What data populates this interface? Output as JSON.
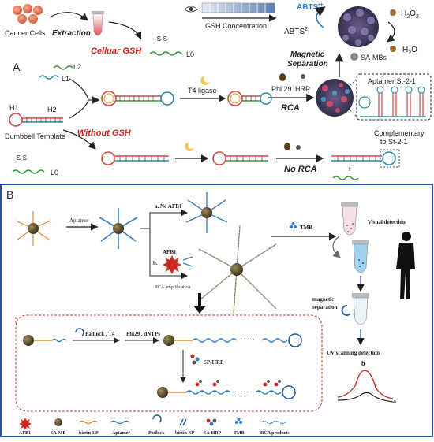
{
  "panelA": {
    "label": "A",
    "cancer_cells": "Cancer Cells",
    "extraction": "Extraction",
    "cellular_gsh": "Celluar GSH",
    "ss_top": "-S-S-",
    "l0_top": "L0",
    "l2": "L2",
    "l1": "L1",
    "gsh_concentration": "GSH Concentration",
    "abts_plus": "ABTS",
    "abts_plus_sup": "•+",
    "abts_2": "ABTS",
    "abts_2_sup": "2-",
    "h2o2": "H",
    "h2o2_sub1": "2",
    "h2o2_o": "O",
    "h2o2_sub2": "2",
    "h2o": "H",
    "h2o_sub": "2",
    "h2o_o": "O",
    "magnetic_separation_1": "Magnetic",
    "magnetic_separation_2": "Separation",
    "sa_mbs": "SA-MBs",
    "aptamer_st": "Aptamer St-2-1",
    "phi29": "Phi 29",
    "hrp": "HRP",
    "rca": "RCA",
    "t4_ligase": "T4 ligase",
    "h1": "H1",
    "h2": "H2",
    "dumbbell_template": "Dumbbell Template",
    "without_gsh": "Without GSH",
    "ss_bottom": "-S-S-",
    "l0_bottom": "L0",
    "no_rca": "No RCA",
    "complementary_1": "Complementary",
    "complementary_2": "to St-2-1",
    "plus": "+"
  },
  "panelB": {
    "label": "B",
    "aptamer": "Aptamer",
    "no_afb1": "a. No AFB1",
    "afb1_b": "AFB1",
    "b_label": "b.",
    "rca_amplification": "RCA amplification",
    "tmb": "TMB",
    "visual_detection": "Visual detection",
    "magnetic_separation_1": "magnetic",
    "magnetic_separation_2": "separation",
    "padlock_t4": "Padlock , T4",
    "phi29_dntps": "Phi29 , dNTPs",
    "sp_hrp": "SP-HRP",
    "uv_detection": "UV scanning detection",
    "curve_b": "b",
    "curve_a": "a"
  },
  "legend": [
    {
      "label": "AFB1",
      "icon": "afb1-icon"
    },
    {
      "label": "SA-MB",
      "icon": "bead-icon"
    },
    {
      "label": "biotin-LP",
      "icon": "biotin-lp-icon"
    },
    {
      "label": "Aptamer",
      "icon": "aptamer-icon"
    },
    {
      "label": "Padlock",
      "icon": "padlock-icon"
    },
    {
      "label": "biotin-SP",
      "icon": "biotin-sp-icon"
    },
    {
      "label": "SA-HRP",
      "icon": "sa-hrp-icon"
    },
    {
      "label": "TMB",
      "icon": "tmb-icon"
    },
    {
      "label": "RCA products",
      "icon": "rca-products-icon"
    }
  ],
  "colors": {
    "red_text": "#d0281e",
    "panel_border": "#2b4fa0",
    "dashed_box": "#c0392b",
    "bead": "#5a4a2a",
    "blue_text": "#2a7fd4"
  }
}
